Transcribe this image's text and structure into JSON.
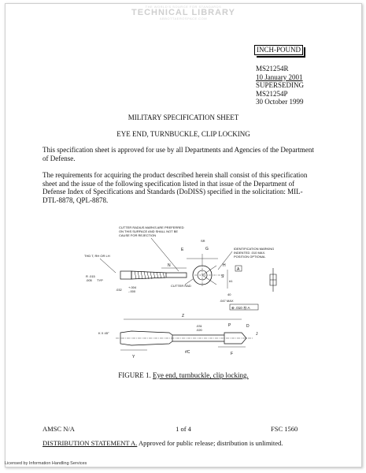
{
  "watermark": {
    "line1": "THE WORLD'S SOURCE FOR STANDARDS",
    "line2": "TECHNICAL LIBRARY",
    "line3": "ABBOTTAEROSPACE.COM"
  },
  "header": {
    "stamp": "INCH-POUND",
    "doc_number": "MS21254R",
    "doc_date": "10 January 2001",
    "superseding_label": "SUPERSEDING",
    "superseded_number": "MS21254P",
    "superseded_date": "30 October 1999"
  },
  "title": "MILITARY SPECIFICATION SHEET",
  "subtitle": "EYE END, TURNBUCKLE, CLIP LOCKING",
  "paragraphs": [
    "This specification sheet is approved for use by all Departments and Agencies of the Department of Defense.",
    "The requirements for acquiring the product described herein shall consist of this specification sheet and the issue of the following specification listed in that issue of the Department of Defense Index of Specifications and Standards (DoDISS) specified in the solicitation: MIL-DTL-8878, QPL-8878."
  ],
  "figure": {
    "note_cutter": [
      "CUTTER RADIUS MARKS ARE PREFERRED",
      "ON THIS SURFACE AND SHALL NOT BE",
      "CAUSE FOR REJECTION"
    ],
    "note_ident": [
      "IDENTIFICATION MARKING",
      "INDENTED .010 MAX.",
      "POSITION OPTIONAL"
    ],
    "thd": "THD T, RH OR LH",
    "cutter_rad": "CUTTER RAD",
    "dim_015": "R .015",
    "dim_005": ".005",
    "typ": "TYP",
    "dim_032": ".032",
    "dim_004": "+.004",
    "dim_000": "-.000",
    "dim_047": ".047 MAX",
    "dim_40": "40",
    "tol_box": "⊕ .010 Ⓜ A",
    "datum": "A",
    "dim_r": "SR",
    "chamfer": "K X 45°",
    "dim_031": ".031",
    "dim_020": ".020",
    "labels": [
      "N",
      "E",
      "G",
      "H",
      "S",
      "Z",
      "Y",
      "#C",
      "J",
      "D",
      "P",
      "F",
      "#1"
    ],
    "caption_prefix": "FIGURE 1.",
    "caption_title": "Eye end, turnbuckle, clip locking."
  },
  "footer": {
    "left": "AMSC N/A",
    "center": "1 of 4",
    "right": "FSC 1560",
    "dist_label": "DISTRIBUTION STATEMENT A.",
    "dist_text": "Approved for public release; distribution is unlimited."
  },
  "license": "Licensed by Information Handling Services"
}
